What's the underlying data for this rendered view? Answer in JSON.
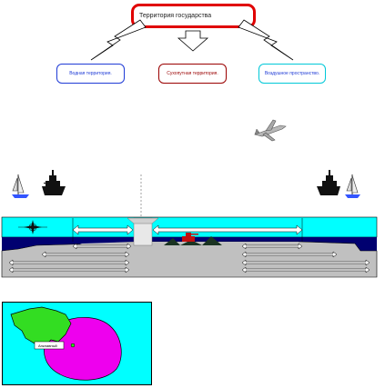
{
  "top": {
    "root_label": "Территория государства",
    "branches": [
      {
        "label": "Водная территория."
      },
      {
        "label": "Сухопутная территория."
      },
      {
        "label": "Воздушное пространство."
      }
    ]
  },
  "map_inset": {
    "enclave_label": "Анклавный"
  },
  "colors": {
    "root_border": "#e00000",
    "water": "#00ffff",
    "deep_water": "#000070",
    "land": "#c0c0c0",
    "france_green": "#33dd22",
    "enclave_magenta": "#ee00ee"
  },
  "icons": [
    "sailboat-icon",
    "warship-icon",
    "airplane-icon",
    "tank-icon",
    "compass-icon"
  ]
}
